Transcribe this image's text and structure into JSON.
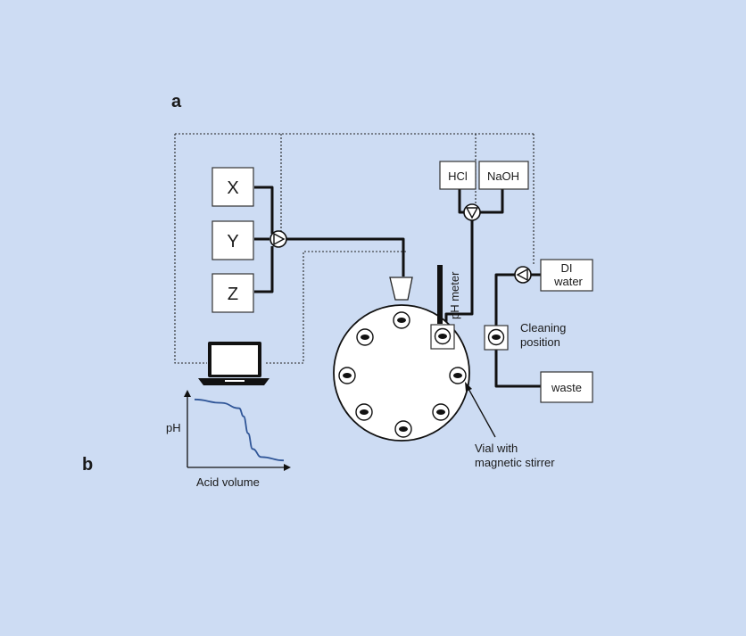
{
  "panels": {
    "a": "a",
    "b": "b"
  },
  "samples": [
    "X",
    "Y",
    "Z"
  ],
  "reagents": {
    "hcl": "HCl",
    "naoh": "NaOH"
  },
  "di_water": [
    "DI",
    "water"
  ],
  "waste": "waste",
  "ph_meter": "pH meter",
  "cleaning_position": [
    "Cleaning",
    "position"
  ],
  "vial_label": [
    "Vial with",
    "magnetic stirrer"
  ],
  "chart_data": {
    "type": "line",
    "title": "",
    "xlabel": "Acid volume",
    "ylabel": "pH",
    "x": [
      0,
      0.3,
      0.5,
      0.55,
      0.6,
      0.65,
      0.75,
      1.0
    ],
    "series": [
      {
        "values": [
          0.95,
          0.9,
          0.82,
          0.7,
          0.45,
          0.22,
          0.1,
          0.05
        ]
      }
    ],
    "xlim": [
      0,
      1
    ],
    "ylim": [
      0,
      1
    ],
    "grid": false,
    "line_color": "#2f5597"
  }
}
